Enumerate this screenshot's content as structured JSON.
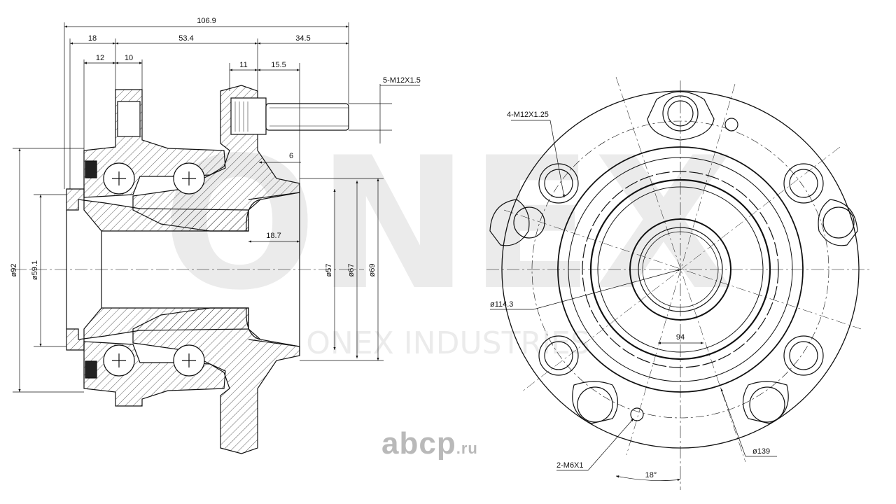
{
  "drawing": {
    "side_view": {
      "overall_length": "106.9",
      "seg_18": "18",
      "seg_53_4": "53.4",
      "seg_34_5": "34.5",
      "seg_12": "12",
      "seg_10": "10",
      "seg_11": "11",
      "seg_15_5": "15.5",
      "seg_6": "6",
      "bore_depth": "18.7",
      "stud_callout": "5-M12X1.5",
      "dia_92": "ø92",
      "dia_59_1": "ø59.1",
      "dia_57": "ø57",
      "dia_67": "ø67",
      "dia_69": "ø69"
    },
    "front_view": {
      "hole_callout": "4-M12X1.25",
      "pcd": "ø114.3",
      "pilot": "94",
      "flange": "ø139",
      "small_holes": "2-M6X1",
      "angle": "18°"
    }
  },
  "watermark": {
    "brand": "ONEX",
    "line": "ONEX INDUSTRIES"
  },
  "logo": {
    "text": "abcp",
    "tld": ".ru"
  }
}
